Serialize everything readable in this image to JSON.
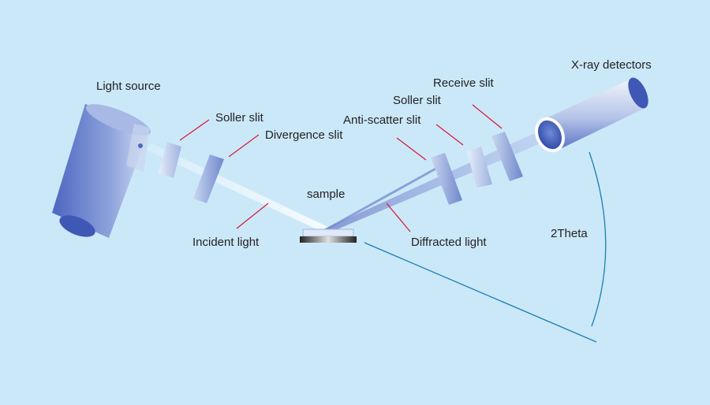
{
  "labels": {
    "light_source": "Light source",
    "soller_slit_left": "Soller slit",
    "divergence_slit": "Divergence slit",
    "sample": "sample",
    "incident_light": "Incident light",
    "diffracted_light": "Diffracted light",
    "anti_scatter_slit": "Anti-scatter slit",
    "soller_slit_right": "Soller slit",
    "receive_slit": "Receive slit",
    "xray_detectors": "X-ray detectors",
    "two_theta": "2Theta"
  },
  "colors": {
    "background": "#cbe8f9",
    "leader_line": "#d6203a",
    "angle_line": "#1a7fb0",
    "component_dark": "#5b74c7",
    "component_light": "#dfe9f7"
  }
}
